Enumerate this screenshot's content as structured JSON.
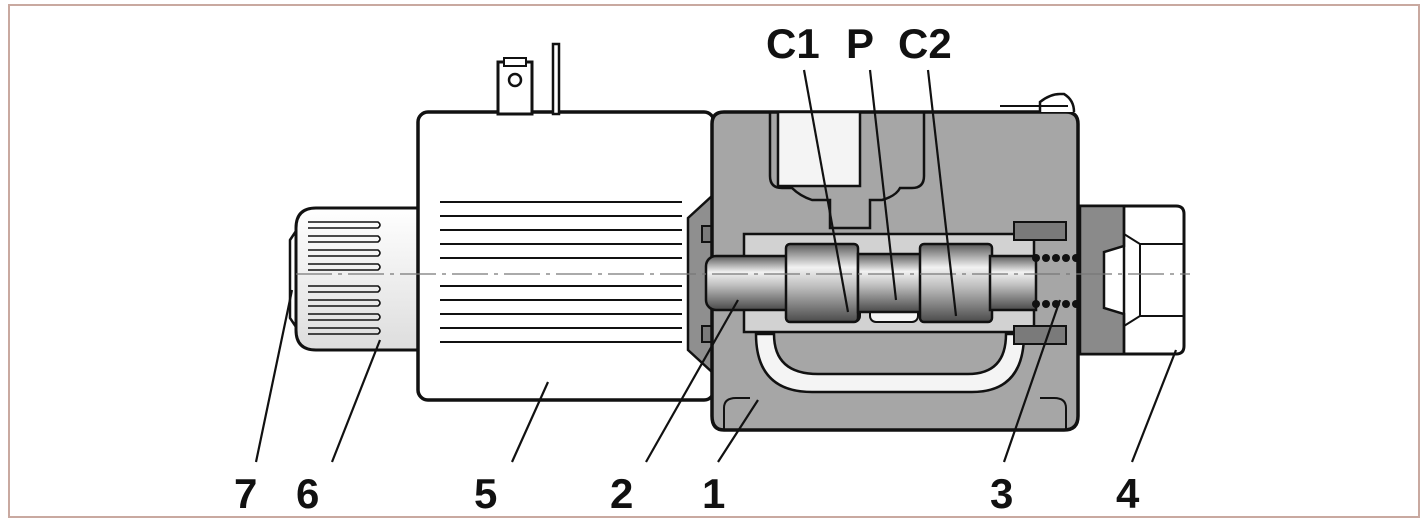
{
  "colors": {
    "outline": "#111111",
    "body_fill": "#a8a8a8",
    "body_dark": "#8a8a8a",
    "cavity_fill": "#f4f4f4",
    "spool_light": "#e6e6e6",
    "spool_dark": "#5a5a5a",
    "frame_border": "#c9a9a0"
  },
  "port_labels": {
    "c1": "C1",
    "p": "P",
    "c2": "C2"
  },
  "part_labels": {
    "n7": "7",
    "n6": "6",
    "n5": "5",
    "n2": "2",
    "n1": "1",
    "n3": "3",
    "n4": "4"
  }
}
